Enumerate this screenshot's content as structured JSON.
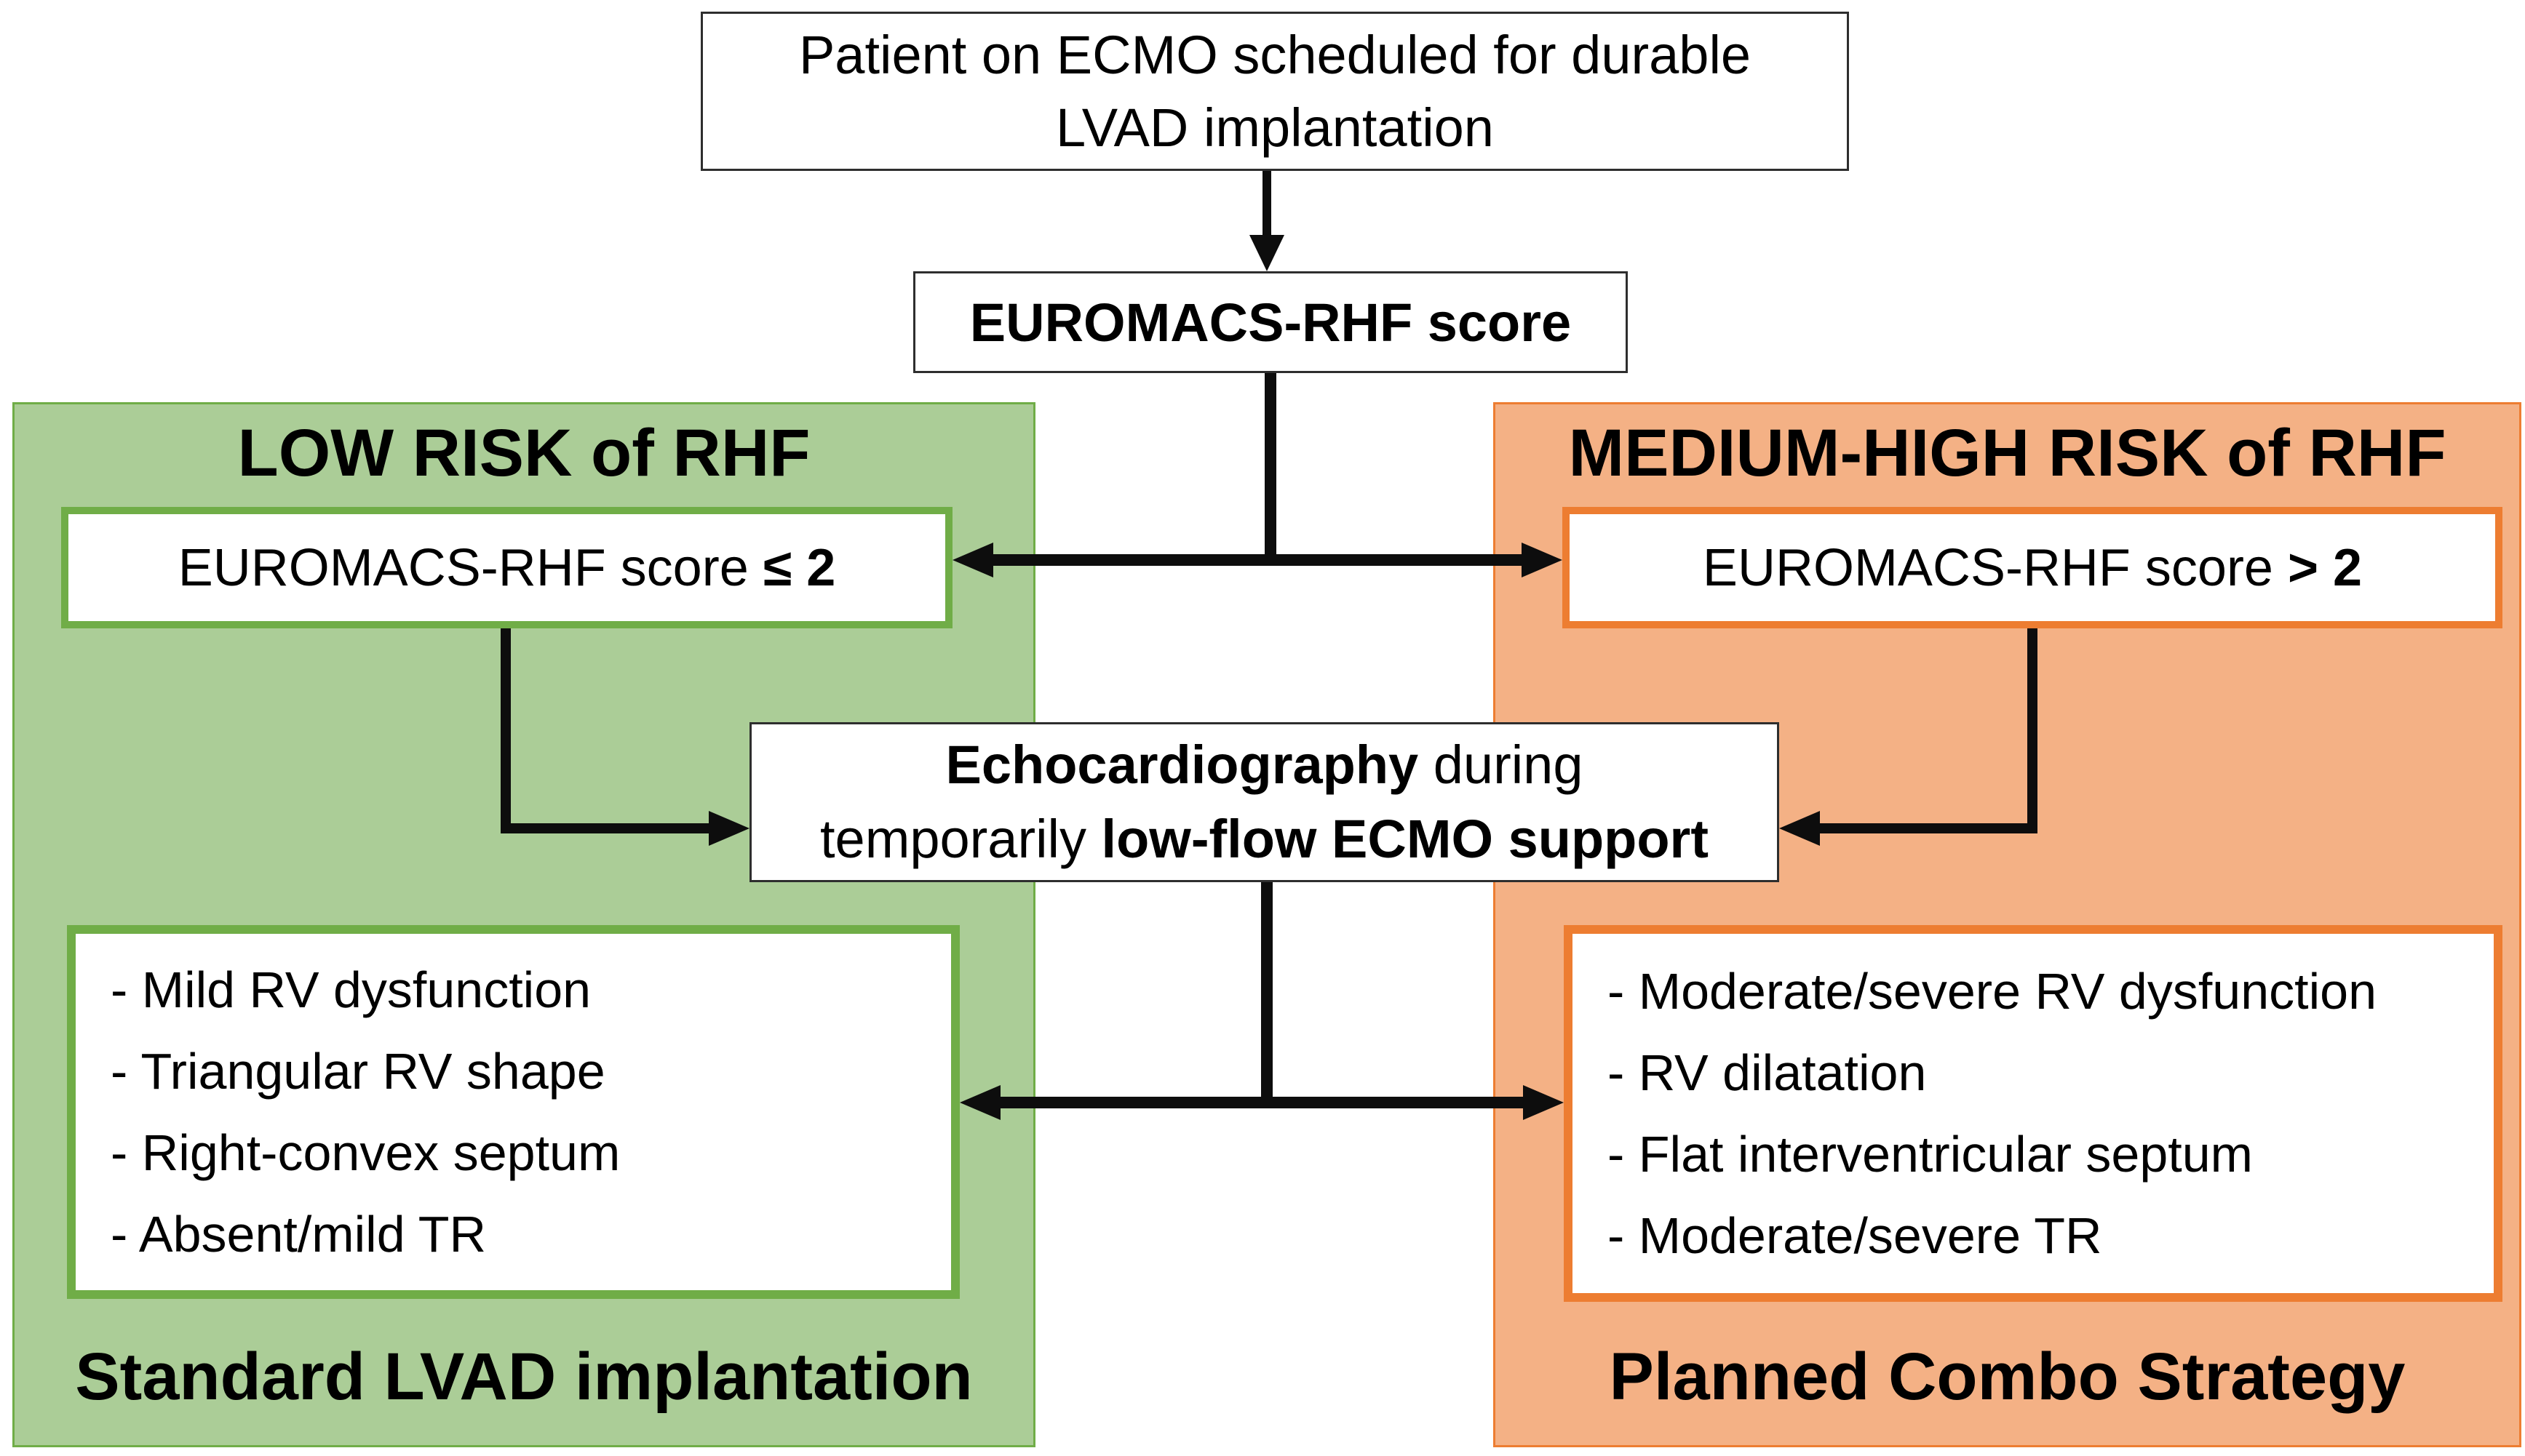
{
  "colors": {
    "green_fill": "#abcd97",
    "green_border": "#70ad47",
    "orange_fill": "#f4b185",
    "orange_border": "#ed7d31",
    "box_border": "#2e2e2e",
    "arrow": "#0d0d0d"
  },
  "top_box": {
    "line1": "Patient on ECMO scheduled for durable",
    "line2": "LVAD implantation"
  },
  "score_box": {
    "label": "EUROMACS-RHF score"
  },
  "echo_box": {
    "line1_bold": "Echocardiography",
    "line1_rest": " during",
    "line2_rest": "temporarily ",
    "line2_bold": "low-flow ECMO support"
  },
  "left_panel": {
    "title": "LOW RISK of RHF",
    "score_prefix": "EUROMACS-RHF score ",
    "score_bold": "≤ 2",
    "criteria": [
      "- Mild RV dysfunction",
      "- Triangular RV shape",
      "- Right-convex septum",
      "- Absent/mild TR"
    ],
    "outcome": "Standard LVAD implantation"
  },
  "right_panel": {
    "title": "MEDIUM-HIGH RISK of RHF",
    "score_prefix": "EUROMACS-RHF score ",
    "score_bold": "> 2",
    "criteria": [
      "- Moderate/severe RV dysfunction",
      "- RV dilatation",
      "- Flat interventricular septum",
      "- Moderate/severe TR"
    ],
    "outcome": "Planned Combo Strategy"
  }
}
